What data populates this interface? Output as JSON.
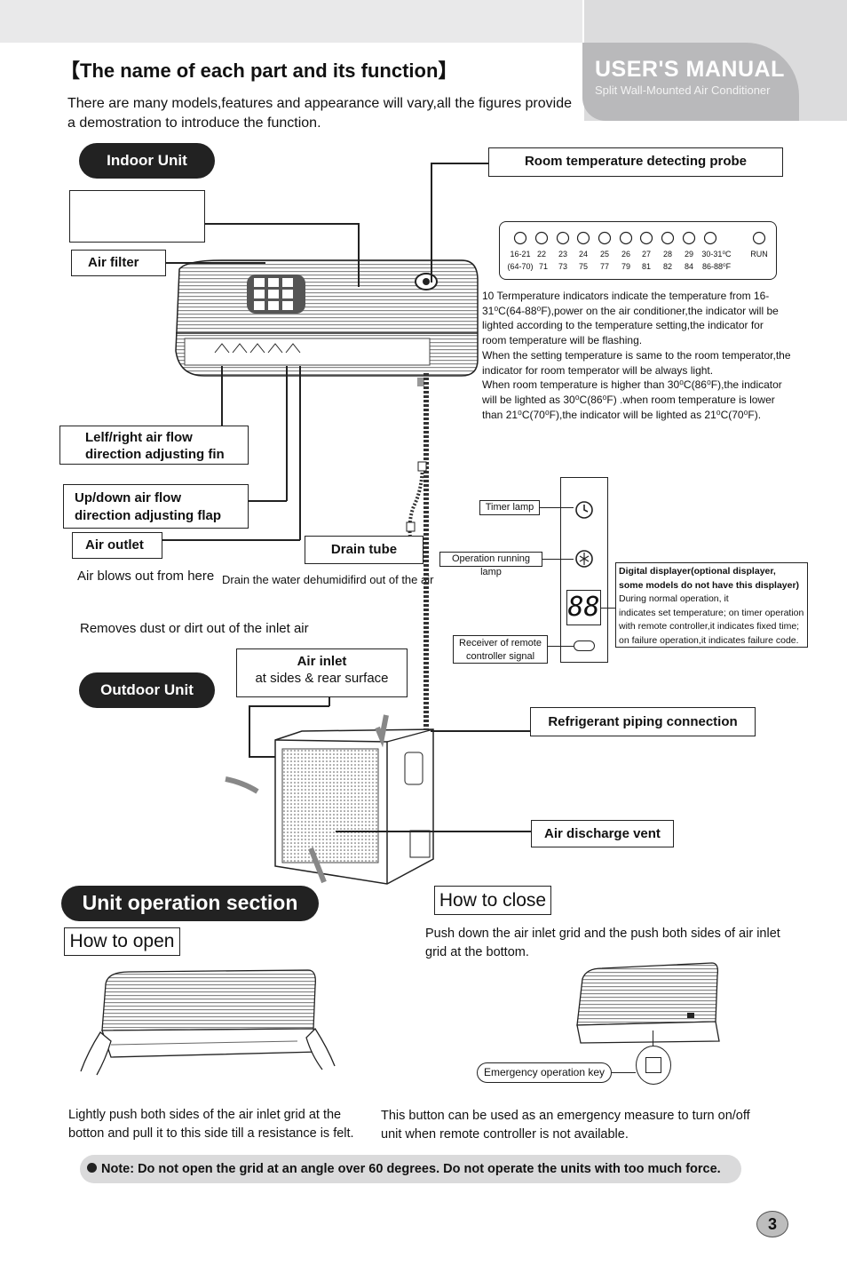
{
  "header": {
    "manual_title": "USER'S MANUAL",
    "manual_subtitle": "Split Wall-Mounted Air Conditioner"
  },
  "section_title": "【The name of each part and its function】",
  "intro": "There are many models,features and appearance will  vary,all the figures provide a demostration to introduce the function.",
  "indoor": {
    "pill": "Indoor  Unit",
    "labels": {
      "room_probe": "Room temperature detecting probe",
      "air_filter": "Air filter",
      "lr_fin_line1": "Lelf/right air flow",
      "lr_fin_line2": "direction adjusting fin",
      "ud_flap_line1": "Up/down air flow",
      "ud_flap_line2": "direction adjusting flap",
      "air_outlet": "Air outlet",
      "drain_tube": "Drain tube"
    },
    "air_outlet_desc": "Air blows out from here",
    "drain_desc": "Drain the water dehumidifird out of the air",
    "filter_desc": "Removes dust or dirt out of the inlet air"
  },
  "led_panel": {
    "top_labels": [
      "16-21",
      "22",
      "23",
      "24",
      "25",
      "26",
      "27",
      "28",
      "29",
      "30-31⁰C",
      "RUN"
    ],
    "bottom_labels": [
      "(64-70)",
      "71",
      "73",
      "75",
      "77",
      "79",
      "81",
      "82",
      "84",
      "86-88⁰F"
    ],
    "description": [
      "10 Termperature indicators indicate the temperature from 16-",
      "31⁰C(64-88⁰F),power on the air conditioner,the indicator will be",
      "lighted according to the temperature setting,the indicator for",
      "room temperature will be flashing.",
      "When the setting temperature is same to the room temperator,the",
      "indicator for room temperator will be always light.",
      "When room temperature is higher than 30⁰C(86⁰F),the indicator",
      "will be lighted as 30⁰C(86⁰F) .when room temperature is lower",
      "than 21⁰C(70⁰F),the indicator will be lighted as 21⁰C(70⁰F)."
    ]
  },
  "display_panel": {
    "timer_lamp": "Timer   lamp",
    "operation_lamp": "Operation running lamp",
    "receiver_line1": "Receiver  of  remote",
    "receiver_line2": "controller signal",
    "digit_display": "88",
    "digital_lines": [
      "Digital   displayer(optional displayer,",
      "some models do not  have this displayer)",
      "During normal operation, it",
      "indicates set temperature; on timer operation",
      "with remote controller,it indicates fixed time;",
      "on failure operation,it indicates failure code."
    ]
  },
  "outdoor": {
    "pill": "Outdoor Unit",
    "air_inlet_title": "Air inlet",
    "air_inlet_sub": "at sides &  rear surface",
    "refrigerant": "Refrigerant piping connection",
    "discharge": "Air discharge vent"
  },
  "operation": {
    "pill": "Unit operation section",
    "how_open": "How to open",
    "how_close": "How to close",
    "close_desc": "Push down the air inlet grid and the push both sides of air inlet grid at the bottom.",
    "open_desc": "Lightly push both sides of the air inlet grid at the botton and pull it to this side till a resistance is felt.",
    "emergency_key": "Emergency operation key",
    "emergency_desc": "This button can be used as an emergency measure to turn on/off unit when remote controller is not available."
  },
  "note": "Note: Do not open the grid at an angle over 60 degrees. Do not operate the units with too much force.",
  "page_number": "3"
}
